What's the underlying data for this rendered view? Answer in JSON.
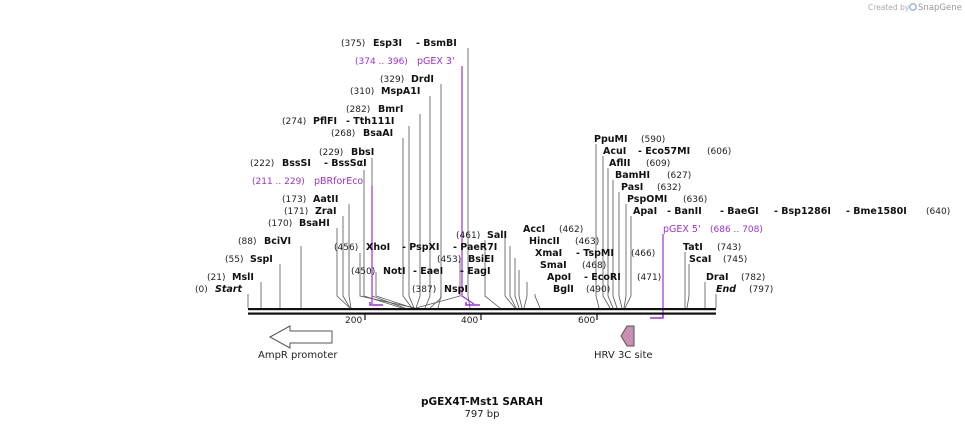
{
  "credit": {
    "prefix": "Created by",
    "brand": "SnapGene"
  },
  "plasmid": {
    "name": "pGEX4T-Mst1 SARAH",
    "length": "797 bp"
  },
  "axis_ticks": [
    "200",
    "400",
    "600"
  ],
  "features": [
    {
      "label": "AmpR promoter",
      "color": "#ffffff"
    },
    {
      "label": "HRV 3C site",
      "color": "#c98fb0"
    }
  ],
  "primers": [
    {
      "name": "pGEX 3'",
      "range": "(374 .. 396)"
    },
    {
      "name": "pBRforEco",
      "range": "(211 .. 229)"
    },
    {
      "name": "pGEX 5'",
      "range": "(686 .. 708)"
    }
  ],
  "sites": [
    {
      "pos": "(375)",
      "enzymes": [
        "Esp3I",
        "- BsmBI"
      ]
    },
    {
      "pos": "(329)",
      "enzymes": [
        "DrdI"
      ]
    },
    {
      "pos": "(310)",
      "enzymes": [
        "MspA1I"
      ]
    },
    {
      "pos": "(282)",
      "enzymes": [
        "BmrI"
      ]
    },
    {
      "pos": "(274)",
      "enzymes": [
        "PflFI",
        "- Tth111I"
      ]
    },
    {
      "pos": "(268)",
      "enzymes": [
        "BsaAI"
      ]
    },
    {
      "pos": "(229)",
      "enzymes": [
        "BbsI"
      ]
    },
    {
      "pos": "(222)",
      "enzymes": [
        "BssSI",
        "- BssSαI"
      ]
    },
    {
      "pos": "(173)",
      "enzymes": [
        "AatII"
      ]
    },
    {
      "pos": "(171)",
      "enzymes": [
        "ZraI"
      ]
    },
    {
      "pos": "(170)",
      "enzymes": [
        "BsaHI"
      ]
    },
    {
      "pos": "(88)",
      "enzymes": [
        "BciVI"
      ]
    },
    {
      "pos": "(55)",
      "enzymes": [
        "SspI"
      ]
    },
    {
      "pos": "(21)",
      "enzymes": [
        "MslI"
      ]
    },
    {
      "pos": "(0)",
      "enzymes": [
        "Start"
      ]
    },
    {
      "pos": "(456)",
      "enzymes": [
        "XhoI",
        "- PspXI",
        "- PaeR7I"
      ]
    },
    {
      "pos": "(450)",
      "enzymes": [
        "NotI",
        "- EaeI",
        "- EagI"
      ]
    },
    {
      "pos": "(387)",
      "enzymes": [
        "NspI"
      ]
    },
    {
      "pos": "(461)",
      "enzymes": [
        "SalI"
      ]
    },
    {
      "pos": "(453)",
      "enzymes": [
        "BsiEI"
      ]
    },
    {
      "pos": "(462)",
      "enzymes": [
        "AccI"
      ]
    },
    {
      "pos": "(463)",
      "enzymes": [
        "HincII"
      ]
    },
    {
      "pos": "(466)",
      "enzymes": [
        "XmaI",
        "- TspMI"
      ]
    },
    {
      "pos": "(468)",
      "enzymes": [
        "SmaI"
      ]
    },
    {
      "pos": "(471)",
      "enzymes": [
        "ApoI",
        "- EcoRI"
      ]
    },
    {
      "pos": "(490)",
      "enzymes": [
        "BglI"
      ]
    },
    {
      "pos": "(590)",
      "enzymes": [
        "PpuMI"
      ]
    },
    {
      "pos": "(606)",
      "enzymes": [
        "AcuI",
        "- Eco57MI"
      ]
    },
    {
      "pos": "(609)",
      "enzymes": [
        "AflII"
      ]
    },
    {
      "pos": "(627)",
      "enzymes": [
        "BamHI"
      ]
    },
    {
      "pos": "(632)",
      "enzymes": [
        "PasI"
      ]
    },
    {
      "pos": "(636)",
      "enzymes": [
        "PspOMI"
      ]
    },
    {
      "pos": "(640)",
      "enzymes": [
        "ApaI",
        "- BanII",
        "- BaeGI",
        "- Bsp1286I",
        "- Bme1580I"
      ]
    },
    {
      "pos": "(743)",
      "enzymes": [
        "TatI"
      ]
    },
    {
      "pos": "(745)",
      "enzymes": [
        "ScaI"
      ]
    },
    {
      "pos": "(782)",
      "enzymes": [
        "DraI"
      ]
    },
    {
      "pos": "(797)",
      "enzymes": [
        "End"
      ]
    }
  ]
}
